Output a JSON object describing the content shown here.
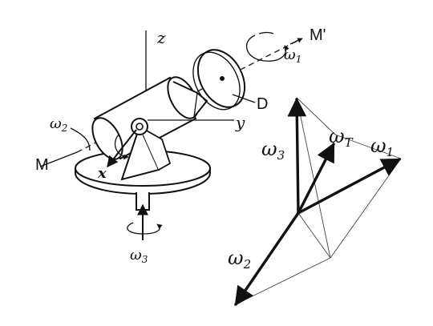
{
  "labels": {
    "z": "z",
    "y": "y",
    "x": "x",
    "M": "M",
    "M_prime": "M'",
    "D": "D",
    "omega1_left": "ω",
    "omega1_left_sub": "1",
    "omega2_left": "ω",
    "omega2_left_sub": "2",
    "omega3_left": "ω",
    "omega3_left_sub": "3",
    "omega3_right": "ω",
    "omega3_right_sub": "3",
    "omegaT_right": "ω",
    "omegaT_right_sub": "T",
    "omega1_right": "ω",
    "omega1_right_sub": "1",
    "omega2_right": "ω",
    "omega2_right_sub": "2"
  },
  "colors": {
    "ink": "#111111",
    "background": "#ffffff"
  }
}
